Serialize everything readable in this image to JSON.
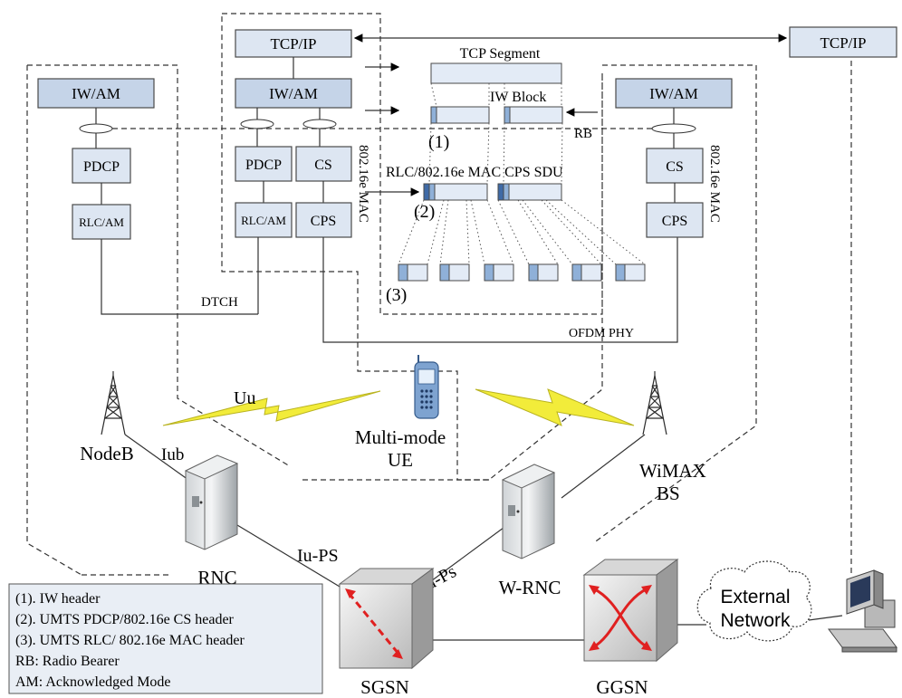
{
  "protocol": {
    "tcpip_ue": "TCP/IP",
    "tcpip_server": "TCP/IP",
    "iwam_ue": "IW/AM",
    "iwam_umts": "IW/AM",
    "iwam_wimax": "IW/AM",
    "pdcp_umts": "PDCP",
    "pdcp_ue": "PDCP",
    "rlcam_umts": "RLC/AM",
    "rlcam_ue": "RLC/AM",
    "cs_ue": "CS",
    "cps_ue": "CPS",
    "cs_wimax": "CS",
    "cps_wimax": "CPS",
    "mac_ue": "802.16e MAC",
    "mac_wimax": "802.16e MAC",
    "dtch": "DTCH",
    "ofdm": "OFDM PHY",
    "rb": "RB"
  },
  "segments": {
    "tcp_segment": "TCP Segment",
    "iw_block": "IW Block",
    "sdu": "RLC/802.16e MAC CPS SDU",
    "mark1": "(1)",
    "mark2": "(2)",
    "mark3": "(3)"
  },
  "network": {
    "uu": "Uu",
    "ue_line1": "Multi-mode",
    "ue_line2": "UE",
    "nodeb": "NodeB",
    "iub": "Iub",
    "rnc": "RNC",
    "iu_ps": "Iu-PS",
    "iu_ps2": "Iu-Ps",
    "w_rnc": "W-RNC",
    "wimax_line1": "WiMAX",
    "wimax_line2": "BS",
    "sgsn": "SGSN",
    "ggsn": "GGSN",
    "ext_line1": "External",
    "ext_line2": "Network"
  },
  "legend": [
    "(1). IW header",
    "(2). UMTS PDCP/802.16e CS header",
    "(3). UMTS RLC/ 802.16e MAC header",
    "RB: Radio Bearer",
    "AM: Acknowledged Mode"
  ],
  "colors": {
    "box_fill": "#dde6f2",
    "header_fill": "#3f6aa6",
    "bolt": "#f2ec3a"
  }
}
